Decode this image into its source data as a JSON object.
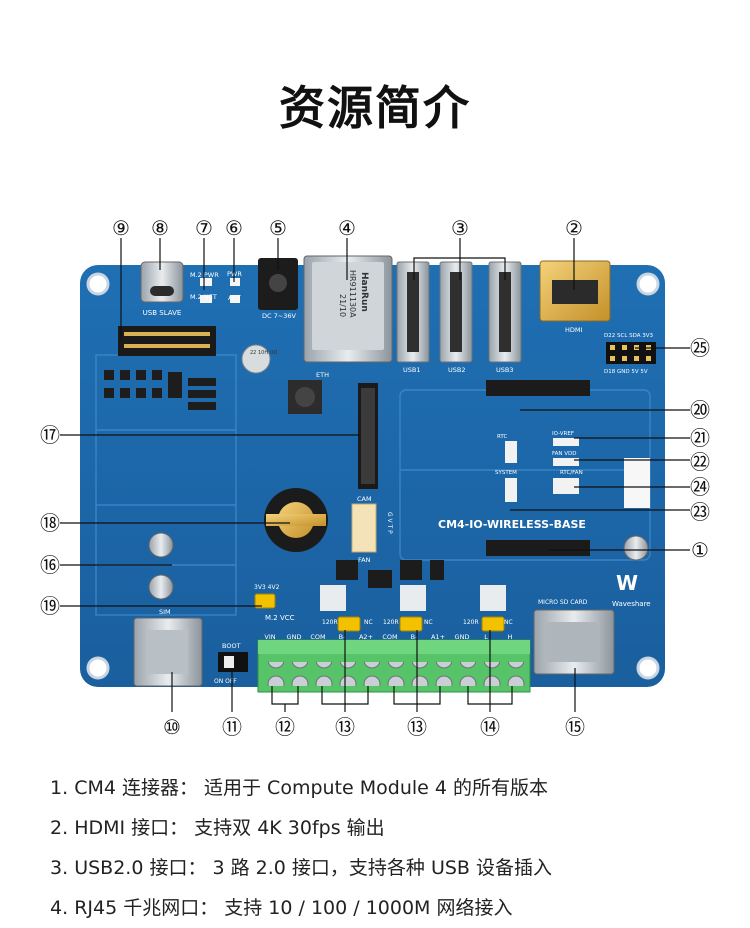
{
  "page": {
    "title": "资源简介"
  },
  "board": {
    "name": "CM4-IO-WIRELESS-BASE",
    "brand": "Waveshare",
    "callouts": [
      "①",
      "②",
      "③",
      "④",
      "⑤",
      "⑥",
      "⑦",
      "⑧",
      "⑨",
      "⑩",
      "⑪",
      "⑫",
      "⑬",
      "⑭",
      "⑮",
      "⑯",
      "⑰",
      "⑱",
      "⑲",
      "⑳",
      "㉑",
      "㉒",
      "㉓",
      "㉔",
      "㉕"
    ],
    "silk": {
      "usb_slave": "USB SLAVE",
      "hdmi": "HDMI",
      "eth": "ETH",
      "usb1": "USB1",
      "usb2": "USB2",
      "usb3": "USB3",
      "dc": "DC 7~36V",
      "m2_pwr": "M.2 PWR",
      "m2_net": "M.2 NET",
      "pwr": "PWR",
      "act": "ACT",
      "cam": "CAM",
      "fan": "FAN",
      "sim": "SIM",
      "boot": "BOOT",
      "on_off": "ON OFF",
      "m2_vcc": "M.2 VCC",
      "v33_4v2": "3V3  4V2",
      "micro_sd": "MICRO SD CARD",
      "rtc": "RTC",
      "system": "SYSTEM",
      "io_vref": "IO-VREF",
      "fan_vdd": "FAN VDD",
      "rtc_fan": "RTC/FAN",
      "hdr_top": "D22 SCL SDA 3V3",
      "hdr_bot": "D18 GND 5V  5V",
      "jack": "HR911130A",
      "hanrun": "HanRun",
      "jack_code": "21/10",
      "cap": "22 10H UD",
      "fan_pins": "G V T P",
      "r120": "120R",
      "nc": "NC",
      "terminal_labels": [
        "VIN",
        "GND",
        "COM",
        "B-",
        "A2+",
        "COM",
        "B-",
        "A1+",
        "GND",
        "L",
        "H"
      ]
    }
  },
  "items": [
    {
      "num": "1.",
      "text": "CM4 连接器： 适用于 Compute Module 4 的所有版本"
    },
    {
      "num": "2.",
      "text": "HDMI 接口： 支持双 4K 30fps 输出"
    },
    {
      "num": "3.",
      "text": "USB2.0 接口： 3 路 2.0 接口，支持各种 USB 设备插入"
    },
    {
      "num": "4.",
      "text": "RJ45 千兆网口： 支持 10 / 100 / 1000M 网络接入"
    }
  ]
}
